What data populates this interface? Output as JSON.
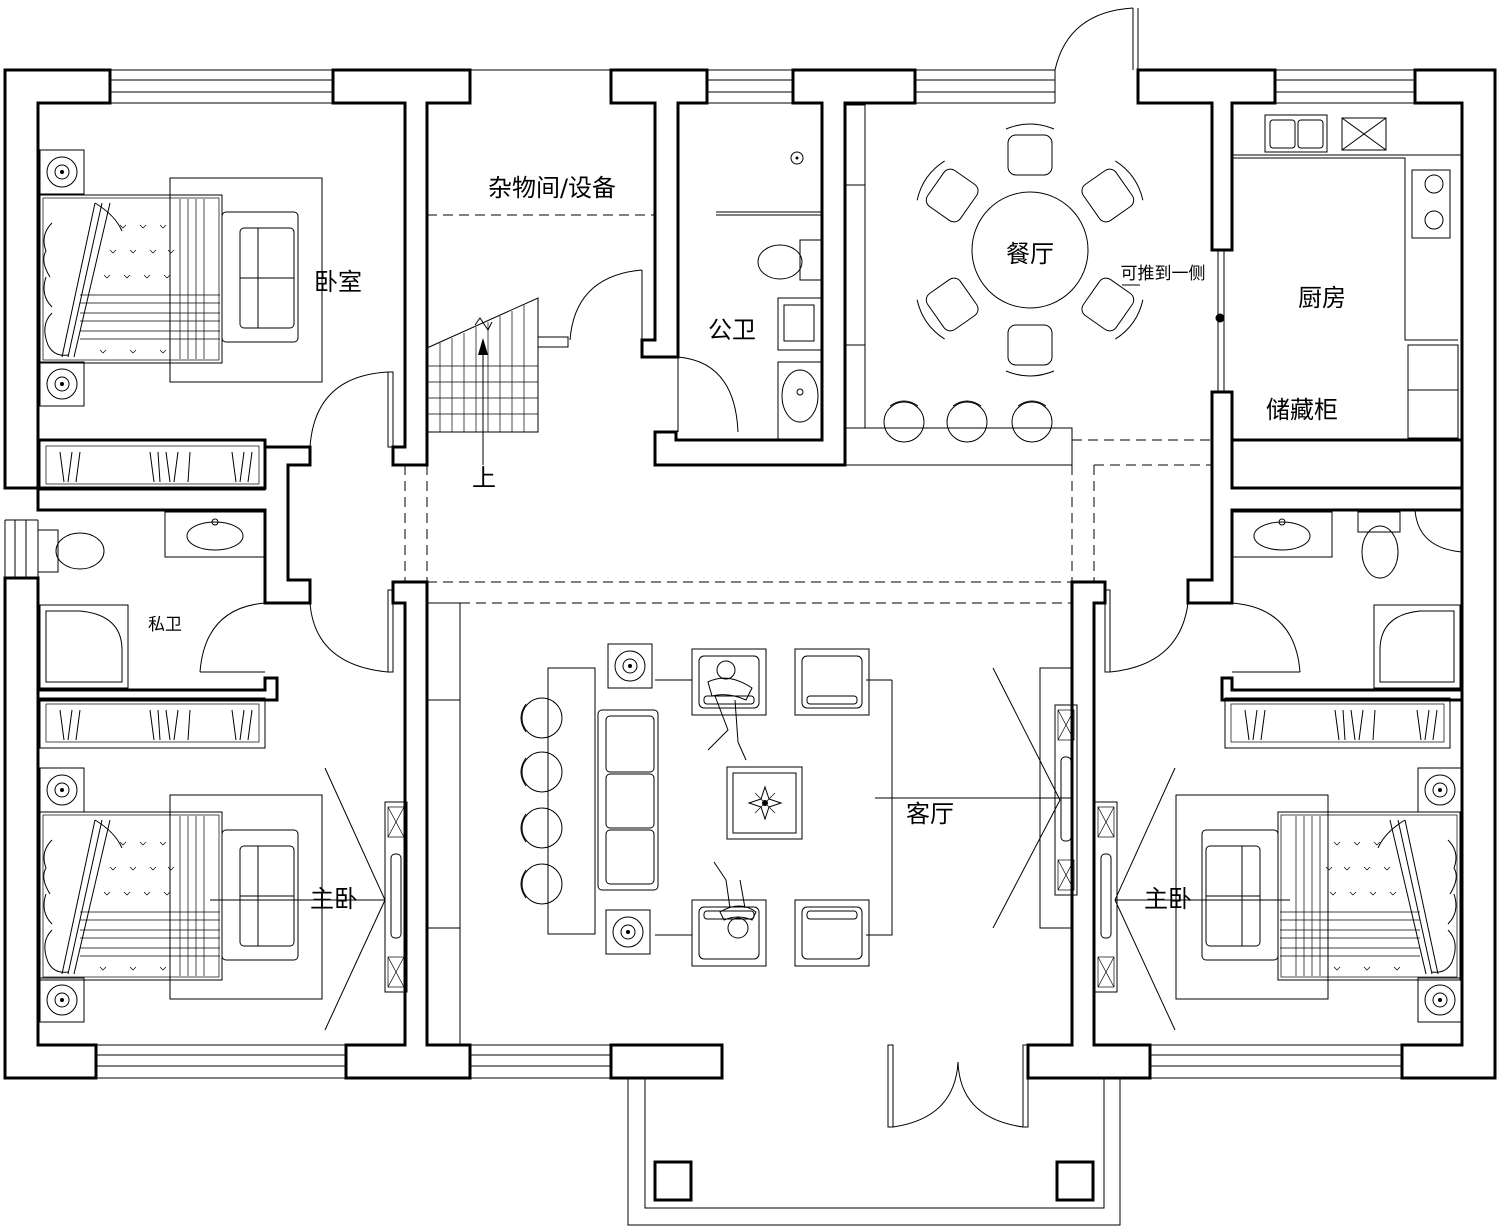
{
  "rooms": {
    "bedroom": "卧室",
    "storage_equipment": "杂物间/设备",
    "public_bath": "公卫",
    "dining": "餐厅",
    "kitchen": "厨房",
    "storage_cabinet": "储藏柜",
    "private_bath": "私卫",
    "living": "客厅",
    "master_left": "主卧",
    "master_right": "主卧"
  },
  "notes": {
    "sliding_door": "可推到一侧",
    "stair_up": "上"
  },
  "colors": {
    "line": "#000000",
    "background": "#ffffff"
  }
}
